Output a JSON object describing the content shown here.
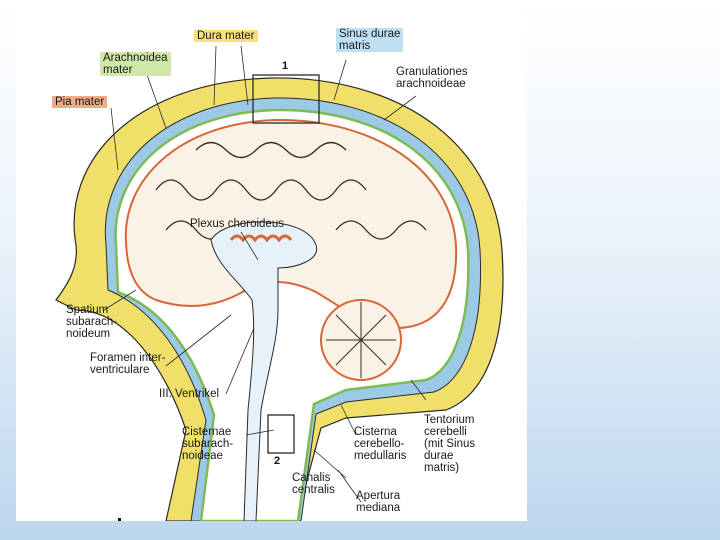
{
  "colors": {
    "bone": "#f0e06a",
    "dura": "#9cc9e6",
    "arachnoid": "#7dbb55",
    "pia": "#d9663a",
    "brain": "#fbf2e6",
    "ventricle": "#e6f1fa",
    "outline": "#2a2a2a"
  },
  "labels": {
    "dura_mater": "Dura mater",
    "sinus_durae_matris": "Sinus durae\nmatris",
    "arachnoidea_mater": "Arachnoidea\nmater",
    "pia_mater": "Pia mater",
    "granulationes": "Granulationes\narachnoideae",
    "plexus": "Plexus choroideus",
    "spatium": "Spatium\nsubarach-\nnoideum",
    "foramen": "Foramen inter-\nventriculare",
    "ventrikel": "III. Ventrikel",
    "cisternae": "Cisternae\nsubarach-\nnoideae",
    "cisterna_cm": "Cisterna\ncerebello-\nmedullaris",
    "tentorium": "Tentorium\ncerebelli\n(mit Sinus\ndurae\nmatris)",
    "canalis": "Canalis\ncentralis",
    "apertura": "Apertura\nmediana",
    "box1": "1",
    "box2": "2"
  }
}
